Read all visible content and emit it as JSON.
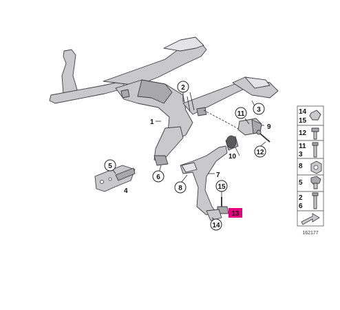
{
  "callouts": {
    "c1": "1",
    "c2": "2",
    "c3": "3",
    "c4": "4",
    "c5": "5",
    "c6": "6",
    "c7": "7",
    "c8": "8",
    "c9": "9",
    "c10": "10",
    "c11": "11",
    "c12": "12",
    "c13": "13",
    "c14": "14",
    "c15": "15"
  },
  "legend": [
    {
      "top": "14",
      "bottom": "15"
    },
    {
      "top": "12",
      "bottom": ""
    },
    {
      "top": "11",
      "bottom": "3"
    },
    {
      "top": "8",
      "bottom": ""
    },
    {
      "top": "5",
      "bottom": ""
    },
    {
      "top": "2",
      "bottom": "6"
    }
  ],
  "diagram_id": "162177",
  "colors": {
    "highlight": "#e6007e",
    "part_fill": "#c9c9cb",
    "outline": "#3c3c3c"
  },
  "icons": {
    "legend_arrow": "arrow-icon"
  }
}
